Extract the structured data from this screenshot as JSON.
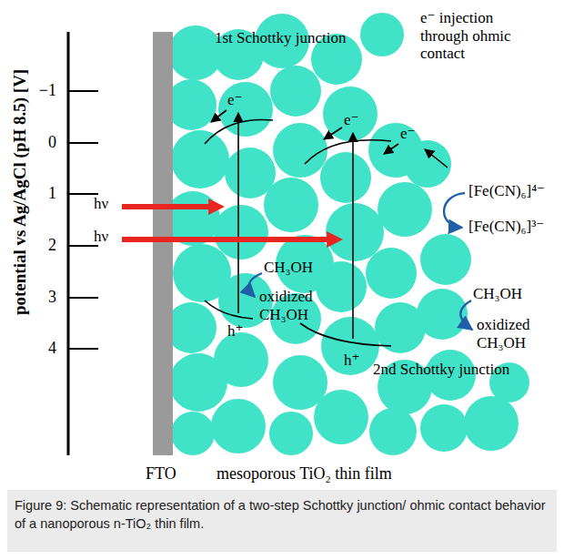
{
  "diagram": {
    "caption": "Figure 9: Schematic representation of a two-step Schottky junction/ ohmic contact behavior of a nanoporous n-TiO₂ thin film.",
    "labels": [
      "potential vs Ag/AgCl (pH 8.5) [V]",
      "−1",
      "0",
      "1",
      "2",
      "3",
      "4",
      "1st Schottky junction",
      "e⁻ injection through ohmic contact",
      "e⁻",
      "e⁻",
      "e⁻",
      "[Fe(CN)₆]⁴⁻",
      "[Fe(CN)₆]³⁻",
      "hν",
      "hν",
      "CH₃OH",
      "oxidized CH₃OH",
      "h⁺",
      "CH₃OH",
      "oxidized CH₃OH",
      "h⁺",
      "2nd Schottky junction",
      "FTO",
      "mesoporous TiO₂ thin film"
    ]
  }
}
